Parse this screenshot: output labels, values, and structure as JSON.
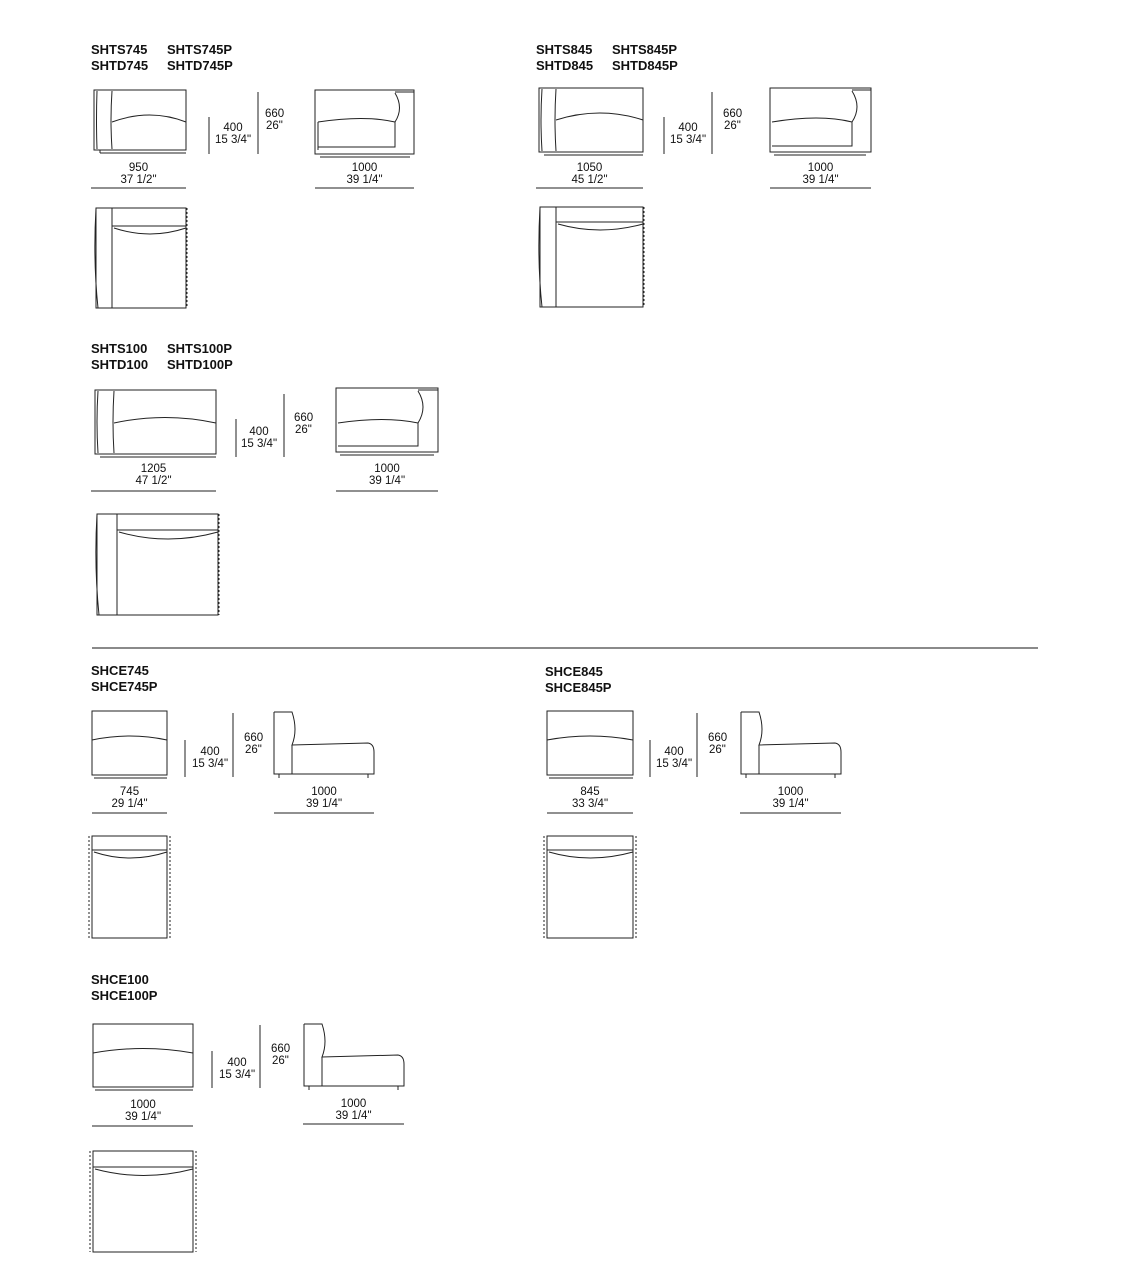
{
  "sections": {
    "shts745": {
      "codes": [
        "SHTS745",
        "SHTS745P",
        "SHTD745",
        "SHTD745P"
      ],
      "width_mm": "950",
      "width_in": "37 1/2\"",
      "seat_mm": "400",
      "seat_in": "15 3/4\"",
      "height_mm": "660",
      "height_in": "26\"",
      "depth_mm": "1000",
      "depth_in": "39 1/4\""
    },
    "shts845": {
      "codes": [
        "SHTS845",
        "SHTS845P",
        "SHTD845",
        "SHTD845P"
      ],
      "width_mm": "1050",
      "width_in": "45 1/2\"",
      "seat_mm": "400",
      "seat_in": "15 3/4\"",
      "height_mm": "660",
      "height_in": "26\"",
      "depth_mm": "1000",
      "depth_in": "39 1/4\""
    },
    "shts100": {
      "codes": [
        "SHTS100",
        "SHTS100P",
        "SHTD100",
        "SHTD100P"
      ],
      "width_mm": "1205",
      "width_in": "47 1/2\"",
      "seat_mm": "400",
      "seat_in": "15 3/4\"",
      "height_mm": "660",
      "height_in": "26\"",
      "depth_mm": "1000",
      "depth_in": "39 1/4\""
    },
    "shce745": {
      "codes": [
        "SHCE745",
        "SHCE745P"
      ],
      "width_mm": "745",
      "width_in": "29 1/4\"",
      "seat_mm": "400",
      "seat_in": "15 3/4\"",
      "height_mm": "660",
      "height_in": "26\"",
      "depth_mm": "1000",
      "depth_in": "39 1/4\""
    },
    "shce845": {
      "codes": [
        "SHCE845",
        "SHCE845P"
      ],
      "width_mm": "845",
      "width_in": "33 3/4\"",
      "seat_mm": "400",
      "seat_in": "15 3/4\"",
      "height_mm": "660",
      "height_in": "26\"",
      "depth_mm": "1000",
      "depth_in": "39 1/4\""
    },
    "shce100": {
      "codes": [
        "SHCE100",
        "SHCE100P"
      ],
      "width_mm": "1000",
      "width_in": "39 1/4\"",
      "seat_mm": "400",
      "seat_in": "15 3/4\"",
      "height_mm": "660",
      "height_in": "26\"",
      "depth_mm": "1000",
      "depth_in": "39 1/4\""
    }
  }
}
